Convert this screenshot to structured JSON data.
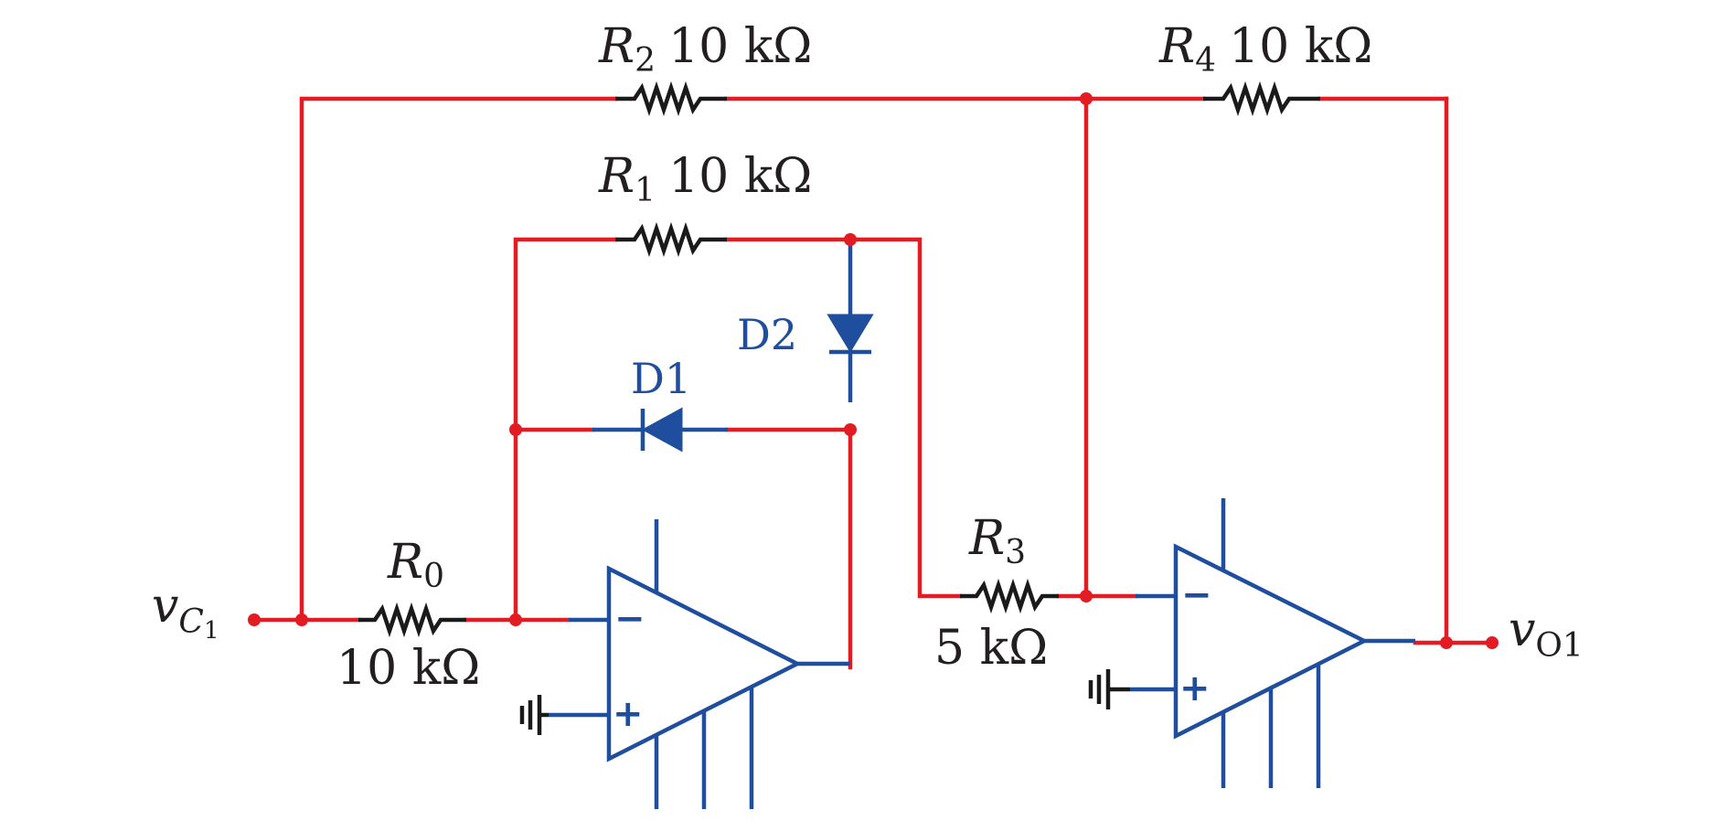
{
  "colors": {
    "wire": "#e31b23",
    "component": "#1a1a1a",
    "opamp": "#1f4e9e",
    "diode": "#1f4e9e",
    "text": "#231f20"
  },
  "labels": {
    "input": {
      "base": "v",
      "sub": "C",
      "subsub": "1"
    },
    "output": {
      "base": "v",
      "sub": "O1"
    },
    "R0": {
      "sym": "R",
      "sub": "0",
      "value": "10 kΩ"
    },
    "R1": {
      "sym": "R",
      "sub": "1",
      "value": "10 kΩ"
    },
    "R2": {
      "sym": "R",
      "sub": "2",
      "value": "10 kΩ"
    },
    "R3": {
      "sym": "R",
      "sub": "3",
      "value": "5 kΩ"
    },
    "R4": {
      "sym": "R",
      "sub": "4",
      "value": "10 kΩ"
    },
    "D1": "D1",
    "D2": "D2",
    "opamp1": {
      "minus": "−",
      "plus": "+"
    },
    "opamp2": {
      "minus": "−",
      "plus": "+"
    }
  }
}
